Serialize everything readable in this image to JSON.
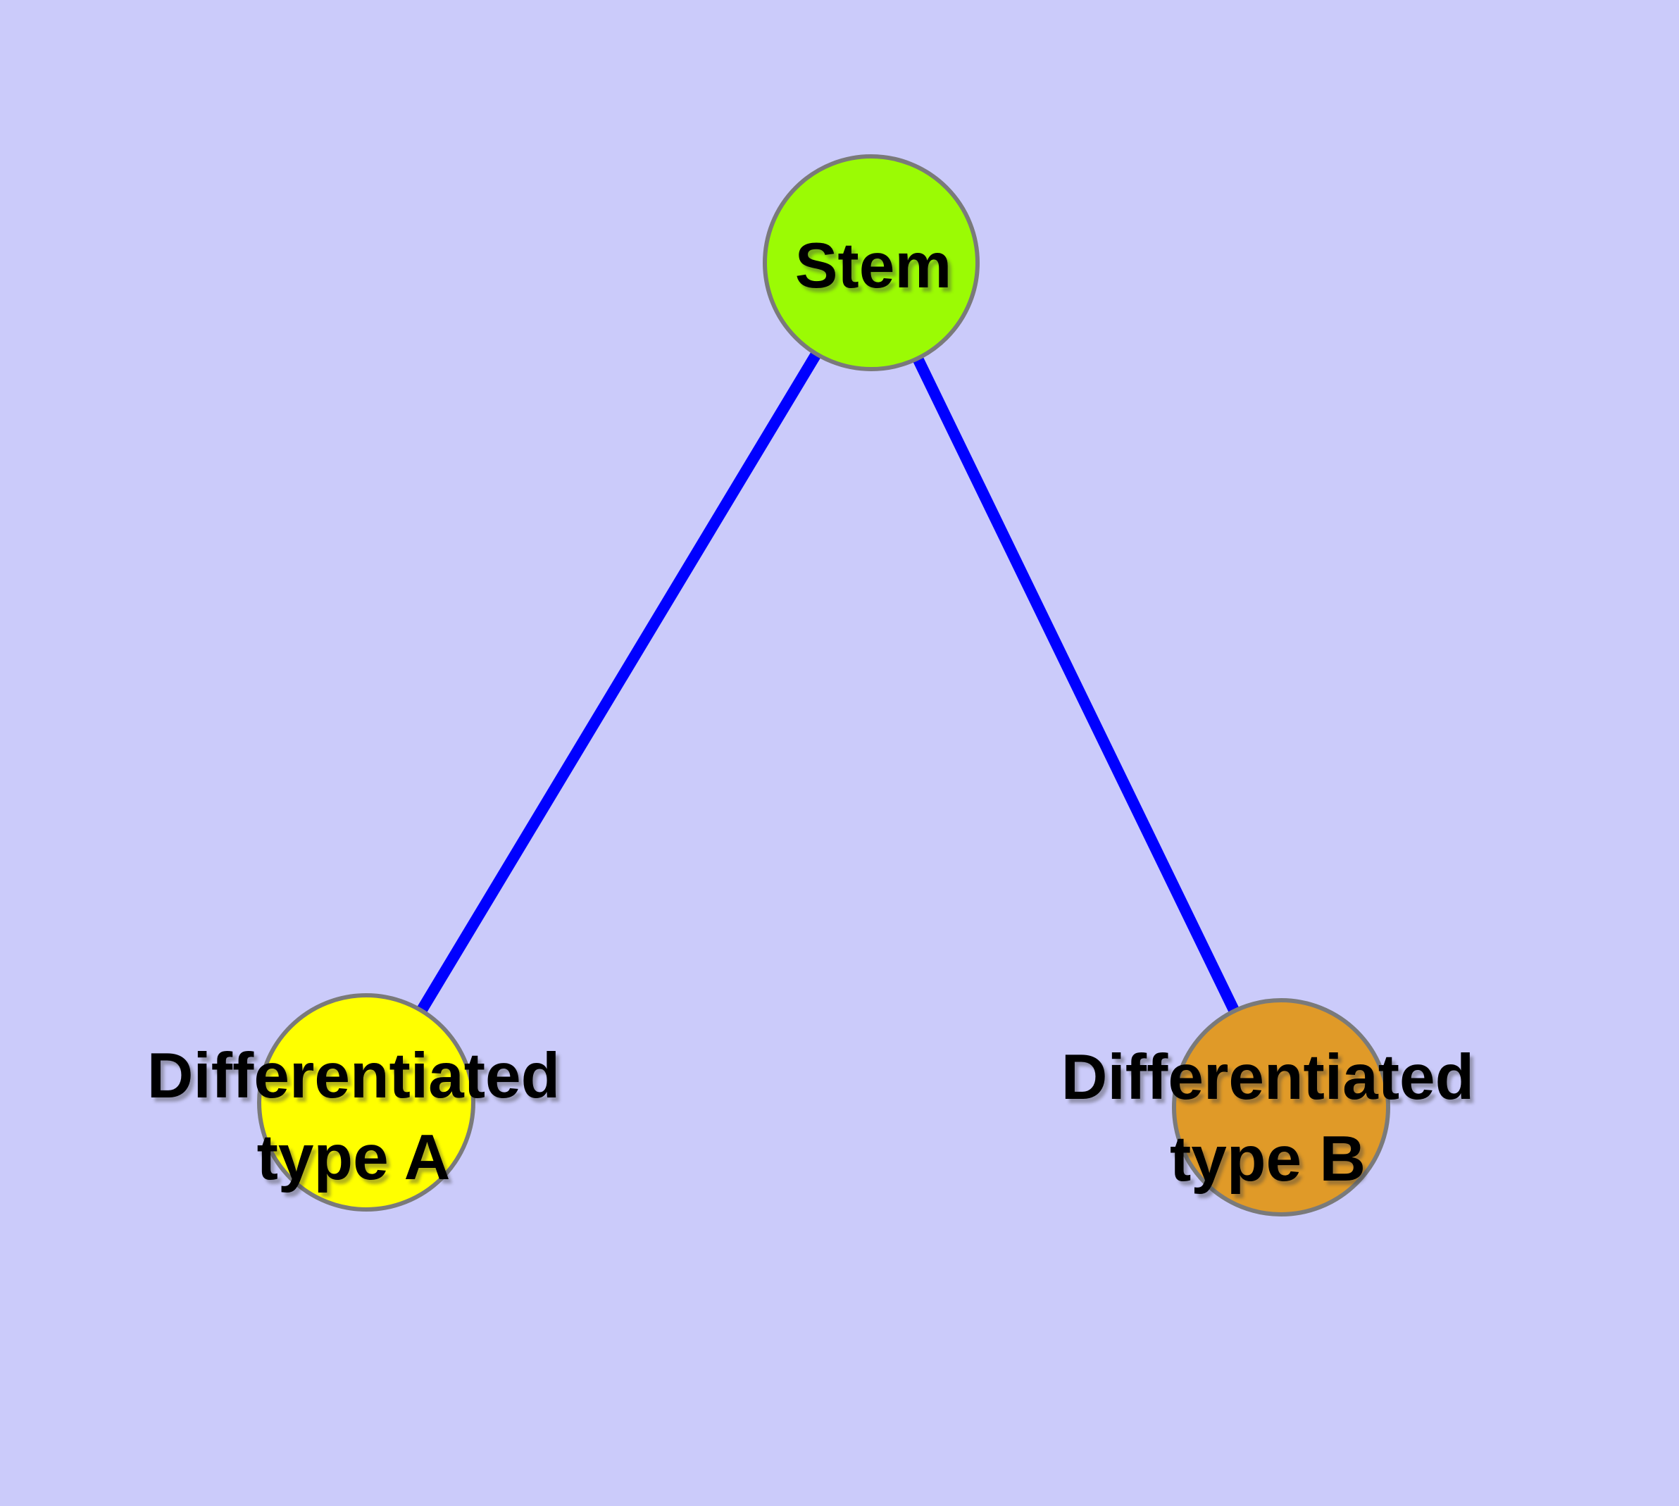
{
  "diagram": {
    "type": "graph",
    "background_color": "#CBCBFA",
    "edge_style": {
      "color": "#0000FF",
      "width": 16
    },
    "node_border": {
      "color": "#7A7A7A",
      "width": 6
    },
    "nodes": [
      {
        "id": "stem",
        "label": "Stem",
        "label_lines": [
          "Stem"
        ],
        "fill": "#9BFB04"
      },
      {
        "id": "differentiated-type-a",
        "label": "Differentiated type A",
        "label_lines": [
          "Differentiated",
          "type A"
        ],
        "fill": "#FFFF00"
      },
      {
        "id": "differentiated-type-b",
        "label": "Differentiated type B",
        "label_lines": [
          "Differentiated",
          "type B"
        ],
        "fill": "#E09A28"
      }
    ],
    "edges": [
      {
        "from": "stem",
        "to": "differentiated-type-a"
      },
      {
        "from": "stem",
        "to": "differentiated-type-b"
      }
    ]
  }
}
